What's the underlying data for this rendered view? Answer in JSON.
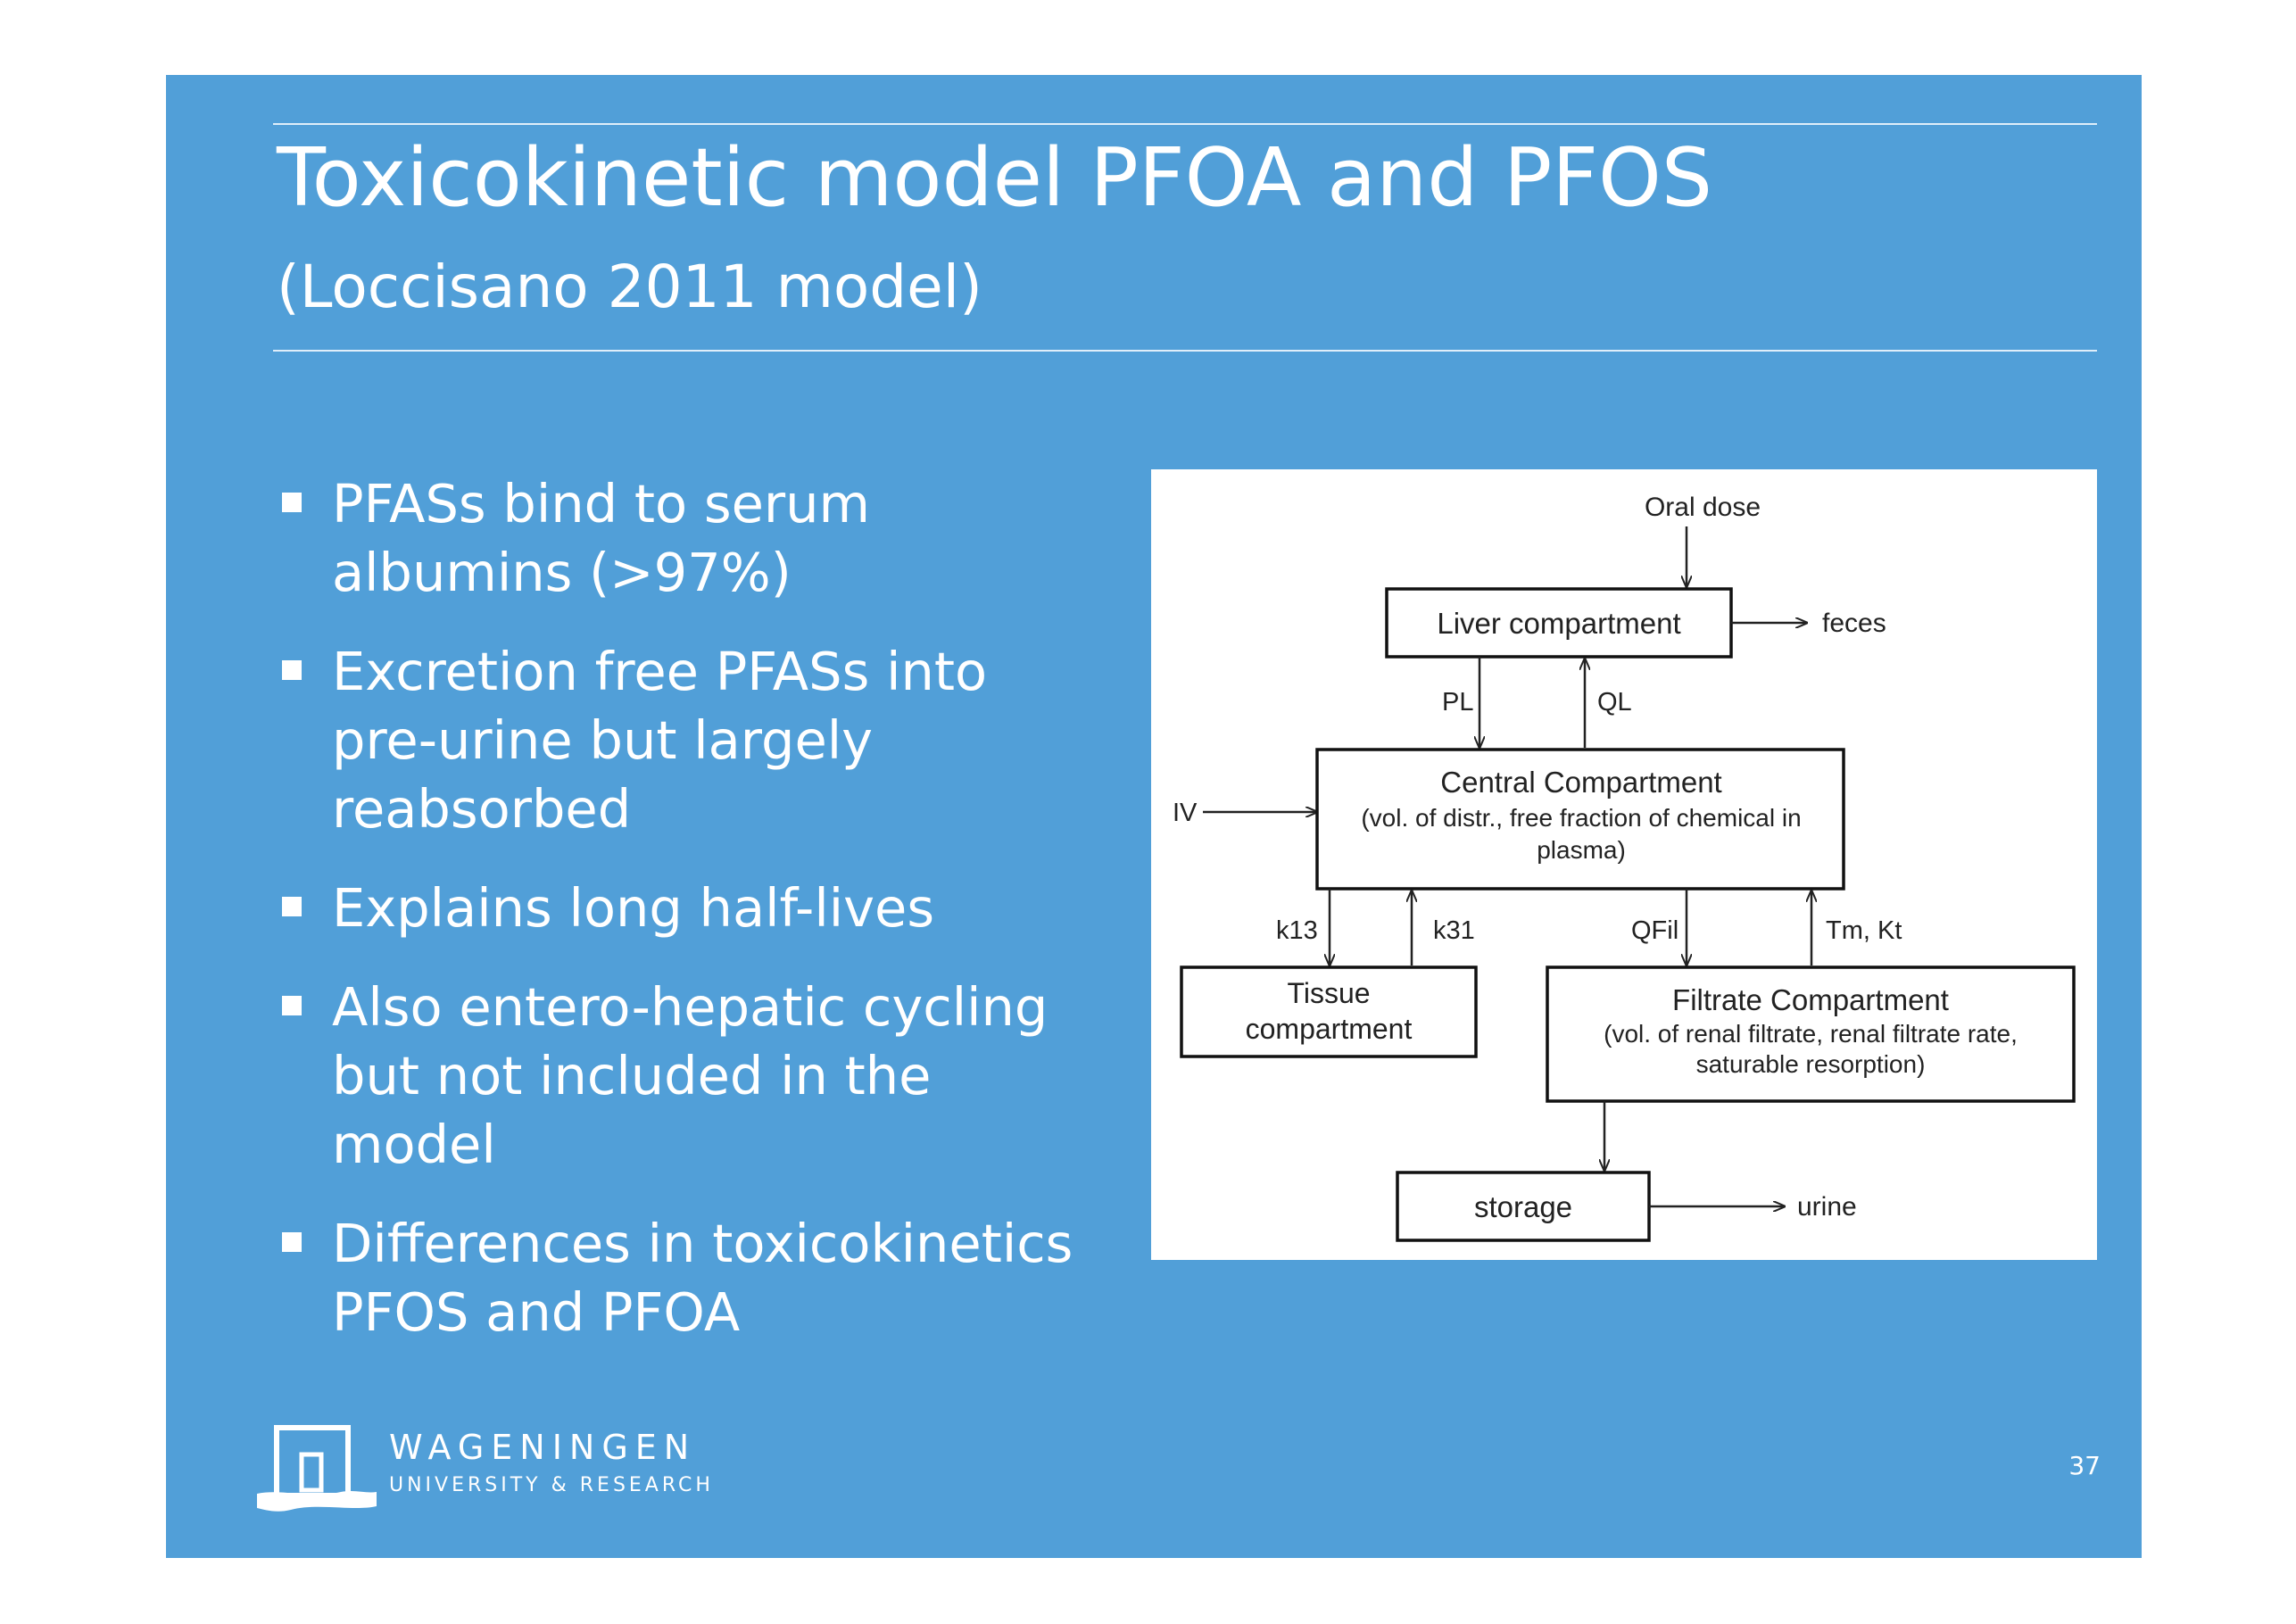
{
  "slide": {
    "title": "Toxicokinetic model PFOA and PFOS",
    "subtitle": "(Loccisano 2011 model)",
    "page_number": "37",
    "background_color": "#519fd8"
  },
  "bullets": [
    {
      "lines": [
        "PFASs bind to serum",
        "albumins (>97%)"
      ]
    },
    {
      "lines": [
        "Excretion free PFASs into",
        "pre-urine but largely",
        "reabsorbed"
      ]
    },
    {
      "lines": [
        "Explains long half-lives"
      ]
    },
    {
      "lines": [
        "Also entero-hepatic cycling",
        "but not included in the",
        "model"
      ]
    },
    {
      "lines": [
        "Differences in toxicokinetics",
        "PFOS and PFOA"
      ]
    }
  ],
  "diagram": {
    "oral_dose": "Oral dose",
    "liver": "Liver compartment",
    "feces": "feces",
    "pl": "PL",
    "ql": "QL",
    "iv": "IV",
    "central_title": "Central Compartment",
    "central_line1": "(vol. of distr., free fraction of chemical in",
    "central_line2": "plasma)",
    "k13": "k13",
    "k31": "k31",
    "qfil": "QFil",
    "tm_kt": "Tm, Kt",
    "tissue_line1": "Tissue",
    "tissue_line2": "compartment",
    "filtrate_title": "Filtrate Compartment",
    "filtrate_line1": "(vol. of renal filtrate, renal filtrate rate,",
    "filtrate_line2": "saturable resorption)",
    "storage": "storage",
    "urine": "urine"
  },
  "logo": {
    "name": "WAGENINGEN",
    "sub": "UNIVERSITY & RESEARCH",
    "mark_icon": "wageningen-gate-icon"
  }
}
